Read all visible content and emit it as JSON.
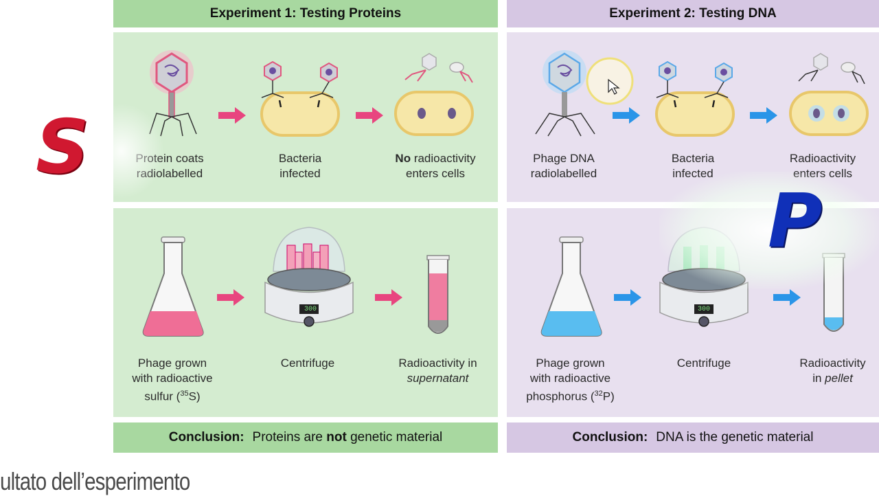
{
  "experiment1": {
    "title": "Experiment 1:  Testing Proteins",
    "top_captions": [
      {
        "line1": "Protein coats",
        "line2": "radiolabelled"
      },
      {
        "line1": "Bacteria",
        "line2": "infected"
      },
      {
        "line1_bold": "No",
        "line1": " radioactivity",
        "line2": "enters cells"
      }
    ],
    "bottom_captions": [
      {
        "line1": "Phage grown",
        "line2": "with radioactive",
        "line3_prefix": "sulfur (",
        "sup": "35",
        "line3_suffix": "S)"
      },
      {
        "line1": "Centrifuge"
      },
      {
        "line1": "Radioactivity in",
        "line2_italic": "supernatant"
      }
    ],
    "conclusion_label": "Conclusion:",
    "conclusion_pre": "Proteins are ",
    "conclusion_bold": "not",
    "conclusion_post": " genetic material",
    "accent": "#e8457f"
  },
  "experiment2": {
    "title": "Experiment 2:  Testing DNA",
    "top_captions": [
      {
        "line1": "Phage DNA",
        "line2": "radiolabelled"
      },
      {
        "line1": "Bacteria",
        "line2": "infected"
      },
      {
        "line1": "Radioactivity",
        "line2": "enters cells"
      }
    ],
    "bottom_captions": [
      {
        "line1": "Phage grown",
        "line2": "with radioactive",
        "line3_prefix": "phosphorus (",
        "sup": "32",
        "line3_suffix": "P)"
      },
      {
        "line1": "Centrifuge"
      },
      {
        "line1": "Radioactivity",
        "line2_prefix": "in ",
        "line2_italic": "pellet"
      }
    ],
    "conclusion_label": "Conclusion:",
    "conclusion_text": "DNA is the genetic material",
    "accent": "#2a95e8"
  },
  "centrifuge_display": "300",
  "overlay_letters": {
    "s": "S",
    "p": "P"
  },
  "bottom_caption": "ultato dell’esperimento",
  "colors": {
    "green_header": "#a8d8a0",
    "green_panel": "#d4ecd0",
    "purple_header": "#d6c7e3",
    "purple_panel": "#e8e0ef",
    "pink": "#e8457f",
    "blue": "#2a95e8"
  }
}
